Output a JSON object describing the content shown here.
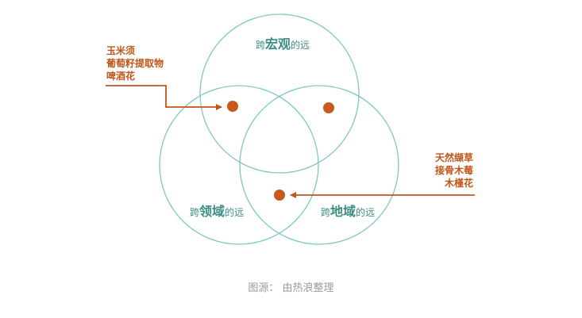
{
  "diagram": {
    "colors": {
      "circle_stroke": "#7cc8bf",
      "label_text": "#3c8d83",
      "accent": "#c0561a",
      "dot": "#c85a1c",
      "caption": "#9a9a9a"
    },
    "circles": {
      "top": {
        "prefix": "跨",
        "emphasis": "宏观",
        "suffix": "的远"
      },
      "left": {
        "prefix": "跨",
        "emphasis": "领域",
        "suffix": "的远"
      },
      "right": {
        "prefix": "跨",
        "emphasis": "地域",
        "suffix": "的远"
      }
    },
    "left_list": [
      "玉米须",
      "葡萄籽提取物",
      "啤酒花"
    ],
    "right_list": [
      "天然缬草",
      "接骨木莓",
      "木槿花"
    ]
  },
  "caption": "图源：  由热浪整理"
}
